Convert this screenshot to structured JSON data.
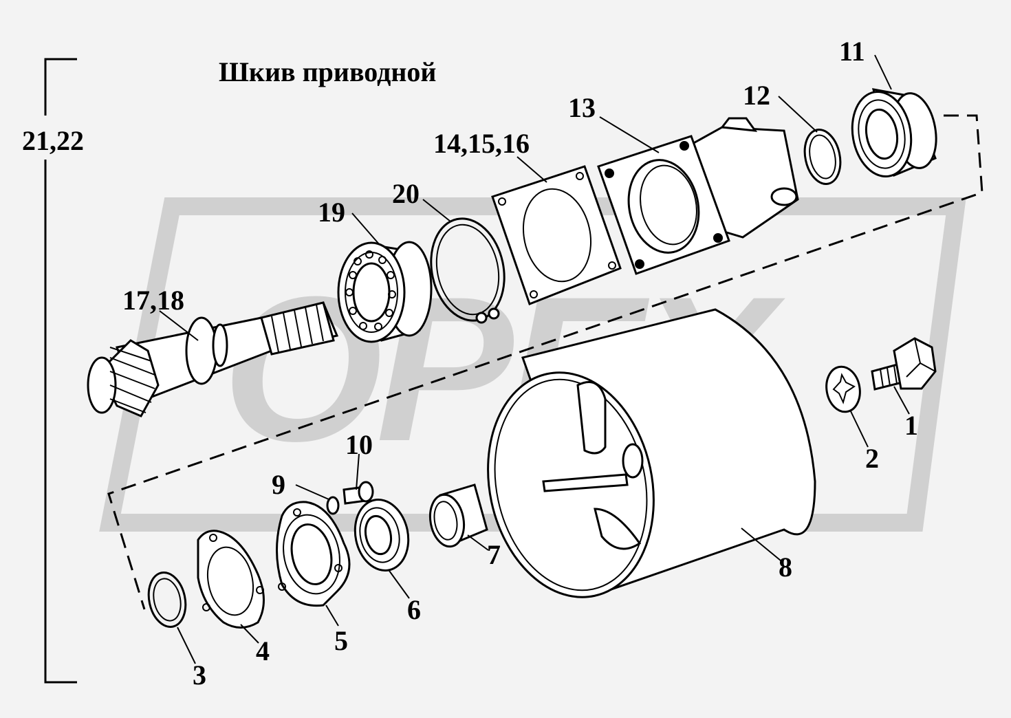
{
  "title": "Шкив приводной",
  "watermark": "OPEX",
  "colors": {
    "background": "#f3f3f3",
    "watermark": "#d0d0d0",
    "line": "#000000",
    "part_fill": "#ffffff"
  },
  "labels": {
    "l1": "1",
    "l2": "2",
    "l3": "3",
    "l4": "4",
    "l5": "5",
    "l6": "6",
    "l7": "7",
    "l8": "8",
    "l9": "9",
    "l10": "10",
    "l11": "11",
    "l12": "12",
    "l13": "13",
    "l14_16": "14,15,16",
    "l17_18": "17,18",
    "l19": "19",
    "l20": "20",
    "l21_22": "21,22"
  }
}
